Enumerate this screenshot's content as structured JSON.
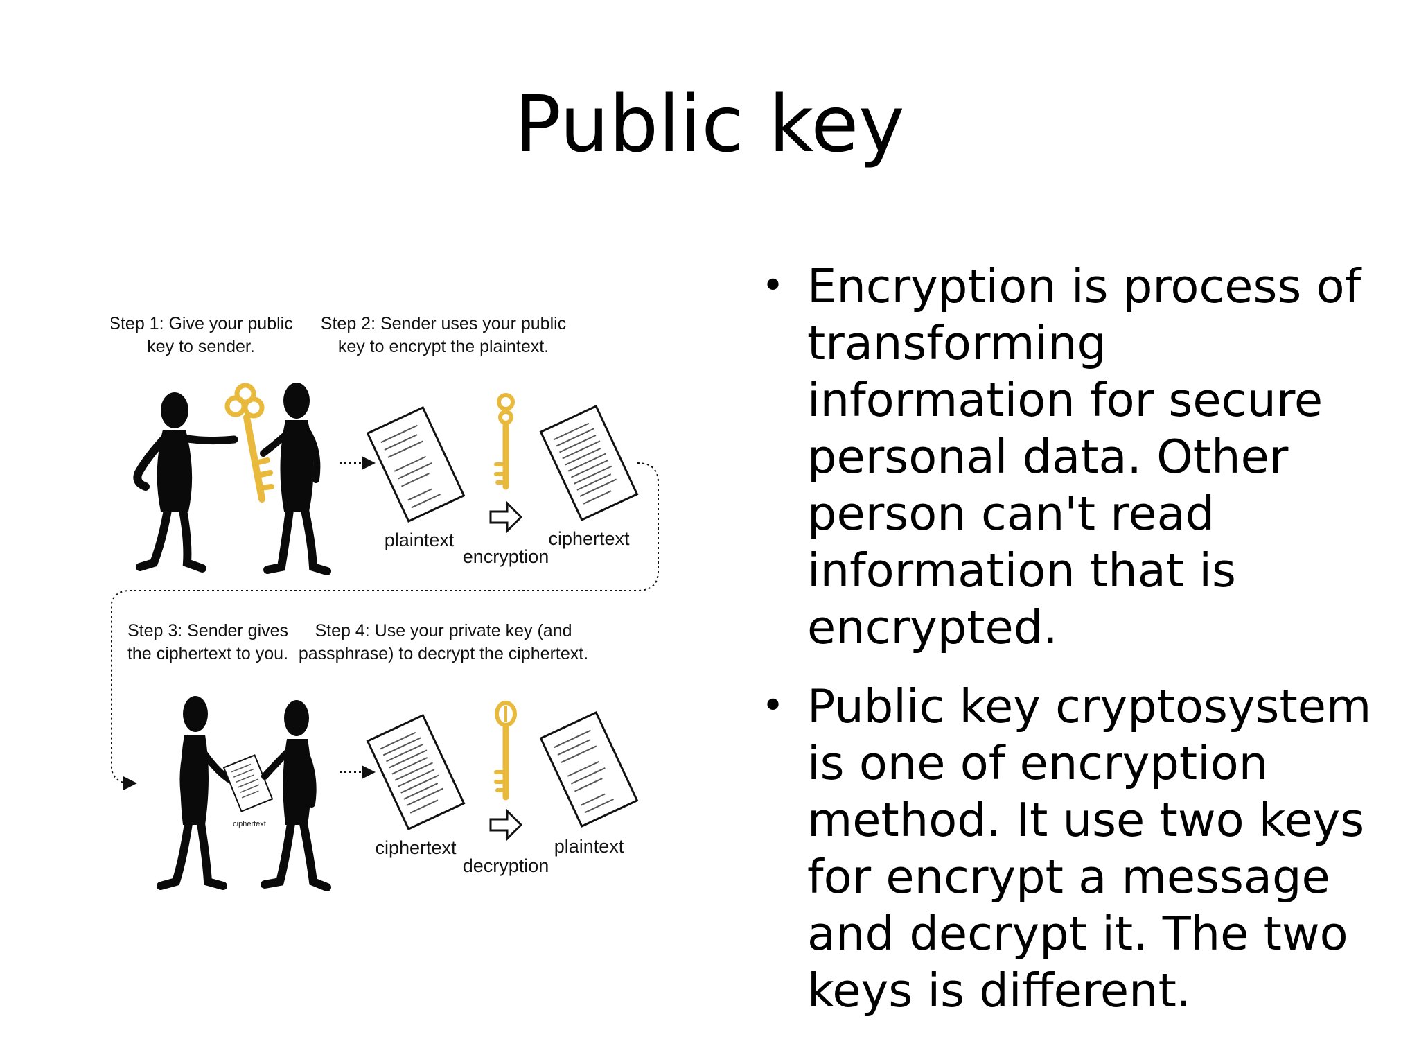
{
  "slide": {
    "title": "Public key"
  },
  "diagram": {
    "step1": {
      "line1": "Step 1: Give your public",
      "line2": "key to sender."
    },
    "step2": {
      "line1": "Step 2: Sender uses your public",
      "line2": "key to encrypt the plaintext."
    },
    "step3": {
      "line1": "Step 3: Sender gives",
      "line2": "the ciphertext to you."
    },
    "step4": {
      "line1": "Step 4: Use your private key (and",
      "line2": "passphrase) to decrypt the ciphertext."
    },
    "labels": {
      "plaintext_top": "plaintext",
      "encryption": "encryption",
      "ciphertext_top": "ciphertext",
      "ciphertext_bottom": "ciphertext",
      "decryption": "decryption",
      "plaintext_bottom": "plaintext",
      "ciphertext_small": "ciphertext"
    },
    "colors": {
      "figure": "#0a0a0a",
      "key_gold": "#e8b93a",
      "paper": "#ffffff",
      "ink": "#111111"
    }
  },
  "bullets": [
    {
      "text": "Encryption is process of transforming information for secure personal data. Other person can't read information that is encrypted."
    },
    {
      "text": "Public key cryptosystem is one of encryption method.  It use two keys for encrypt a message and decrypt it.  The two keys is different."
    }
  ],
  "icons": {
    "bullet": "•"
  }
}
